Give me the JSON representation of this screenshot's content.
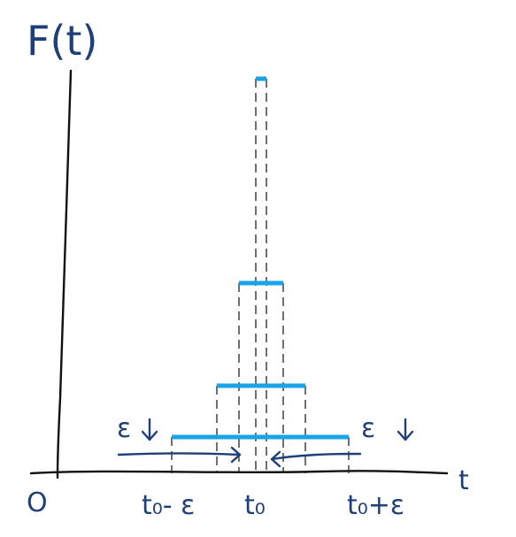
{
  "labels": {
    "title": "F(t)",
    "origin": "O",
    "t_axis": "t",
    "t_minus_eps": "t₀- ε",
    "t_zero": "t₀",
    "t_plus_eps": "t₀+ε",
    "eps_left": "ε",
    "eps_right": "ε"
  },
  "colors": {
    "bar": "#1aa3e8",
    "ink": "#1f3f7a",
    "axis": "#111111"
  }
}
